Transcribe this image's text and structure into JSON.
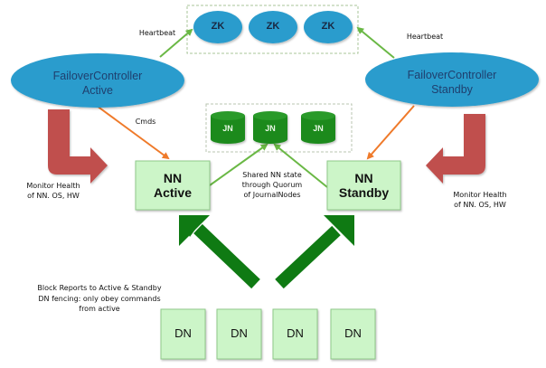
{
  "title": "HDFS High Availability Architecture",
  "zookeeper": {
    "nodes": [
      {
        "label": "ZK"
      },
      {
        "label": "ZK"
      },
      {
        "label": "ZK"
      }
    ]
  },
  "failover_controllers": {
    "active": {
      "line1": "FailoverController",
      "line2": "Active"
    },
    "standby": {
      "line1": "FailoverController",
      "line2": "Standby"
    }
  },
  "journal_nodes": {
    "nodes": [
      {
        "label": "JN"
      },
      {
        "label": "JN"
      },
      {
        "label": "JN"
      }
    ]
  },
  "namenodes": {
    "active": {
      "line1": "NN",
      "line2": "Active"
    },
    "standby": {
      "line1": "NN",
      "line2": "Standby"
    }
  },
  "datanodes": [
    {
      "label": "DN"
    },
    {
      "label": "DN"
    },
    {
      "label": "DN"
    },
    {
      "label": "DN"
    }
  ],
  "labels": {
    "heartbeat_left": "Heartbeat",
    "heartbeat_right": "Heartbeat",
    "cmds": "Cmds",
    "shared_state": [
      "Shared NN state",
      "through Quorum",
      "of JournalNodes"
    ],
    "monitor_left": [
      "Monitor Health",
      "of NN. OS, HW"
    ],
    "monitor_right": [
      "Monitor Health",
      "of NN. OS, HW"
    ],
    "block_reports": [
      "Block Reports to Active & Standby",
      "DN fencing: only obey commands",
      "from active"
    ]
  },
  "colors": {
    "zk_fill": "#2a9ccd",
    "zk_text": "#1a2740",
    "fc_text": "#1f3f6e",
    "jn_fill": "#1c8a1c",
    "nn_fill": "#ccf5c8",
    "nn_border": "#8fc98a",
    "green_arrow": "#6ab845",
    "orange_arrow": "#ef7a2a",
    "red_arrow": "#c0504d",
    "big_green_arrow": "#0f7a13",
    "dashed_border": "#a8c49a"
  }
}
